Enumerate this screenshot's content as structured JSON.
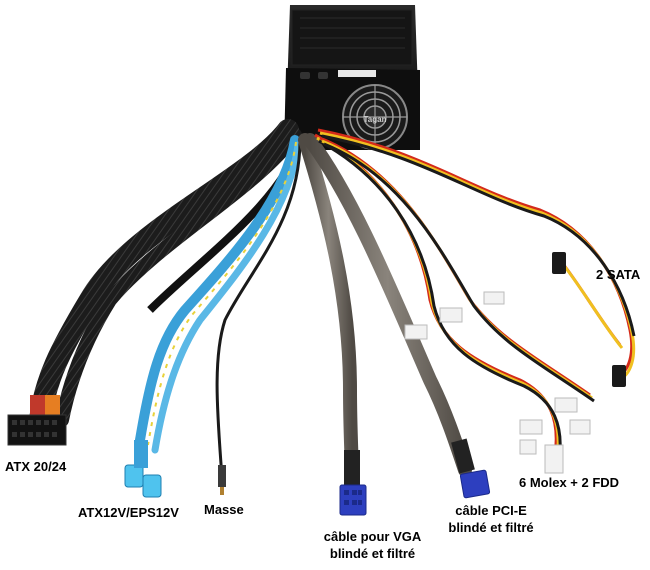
{
  "labels": {
    "atx": "ATX 20/24",
    "atx12v": "ATX12V/EPS12V",
    "masse": "Masse",
    "vga_line1": "câble pour VGA",
    "vga_line2": "blindé et filtré",
    "pcie_line1": "câble PCI-E",
    "pcie_line2": "blindé et filtré",
    "molex": "6 Molex + 2 FDD",
    "sata": "2 SATA"
  },
  "psu": {
    "fan_brand": "Tagan"
  },
  "colors": {
    "psu_body": "#111111",
    "sleeve_black": "#1a1a1a",
    "sleeve_blue": "#3aa0d8",
    "cable_grey": "#6b6660",
    "connector_blue": "#2d3fbf",
    "connector_white": "#f2f2f2",
    "wire_red": "#d42a1a",
    "wire_yellow": "#f0c020"
  }
}
